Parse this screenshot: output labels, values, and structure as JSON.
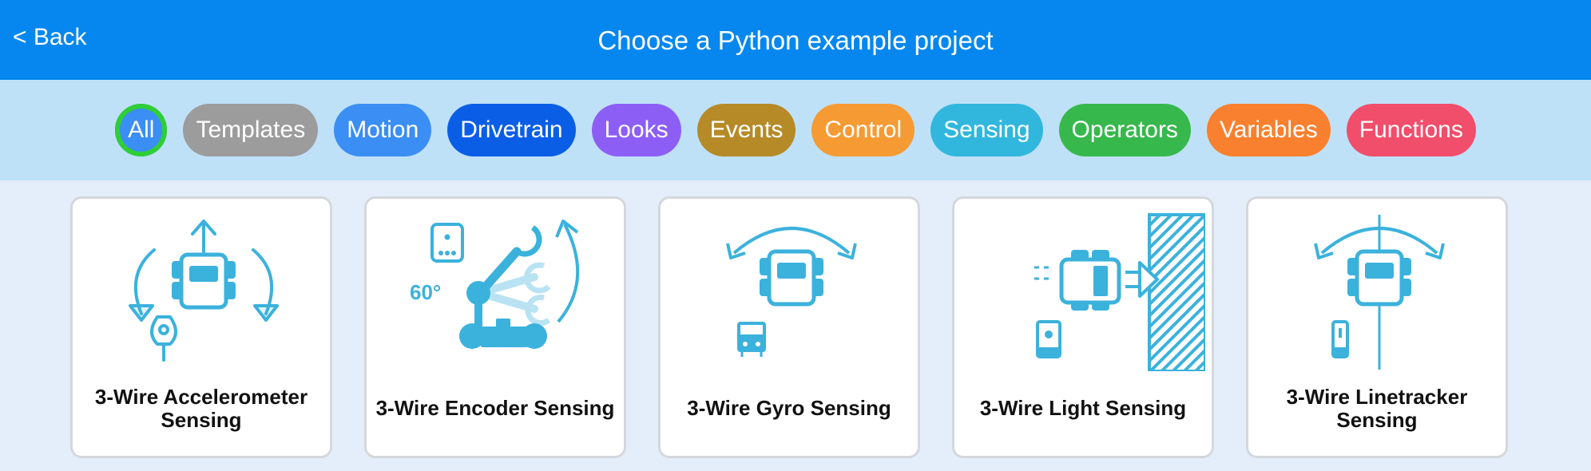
{
  "header": {
    "back_label": "< Back",
    "title": "Choose a Python example project"
  },
  "colors": {
    "header_bg": "#0587ef",
    "filter_bg": "#bfe1f8",
    "content_bg": "#e4eefa",
    "icon": "#3bb2dc",
    "active_ring": "#2ece36"
  },
  "filters": [
    {
      "label": "All",
      "color": "#3b8ef3",
      "active": true
    },
    {
      "label": "Templates",
      "color": "#9c9c9c"
    },
    {
      "label": "Motion",
      "color": "#3b8ef3"
    },
    {
      "label": "Drivetrain",
      "color": "#0a5ee6"
    },
    {
      "label": "Looks",
      "color": "#8d5ef6"
    },
    {
      "label": "Events",
      "color": "#b58a27"
    },
    {
      "label": "Control",
      "color": "#f69a33"
    },
    {
      "label": "Sensing",
      "color": "#31b7dd"
    },
    {
      "label": "Operators",
      "color": "#37b84c"
    },
    {
      "label": "Variables",
      "color": "#f9802e"
    },
    {
      "label": "Functions",
      "color": "#f04e6b"
    }
  ],
  "projects": [
    {
      "label": "3-Wire Accelerometer Sensing",
      "icon": "accelerometer-robot-icon"
    },
    {
      "label": "3-Wire Encoder Sensing",
      "icon": "encoder-arm-icon",
      "angle_text": "60°"
    },
    {
      "label": "3-Wire Gyro Sensing",
      "icon": "gyro-robot-icon"
    },
    {
      "label": "3-Wire Light Sensing",
      "icon": "light-sensor-robot-icon"
    },
    {
      "label": "3-Wire Linetracker Sensing",
      "icon": "linetracker-robot-icon"
    }
  ]
}
